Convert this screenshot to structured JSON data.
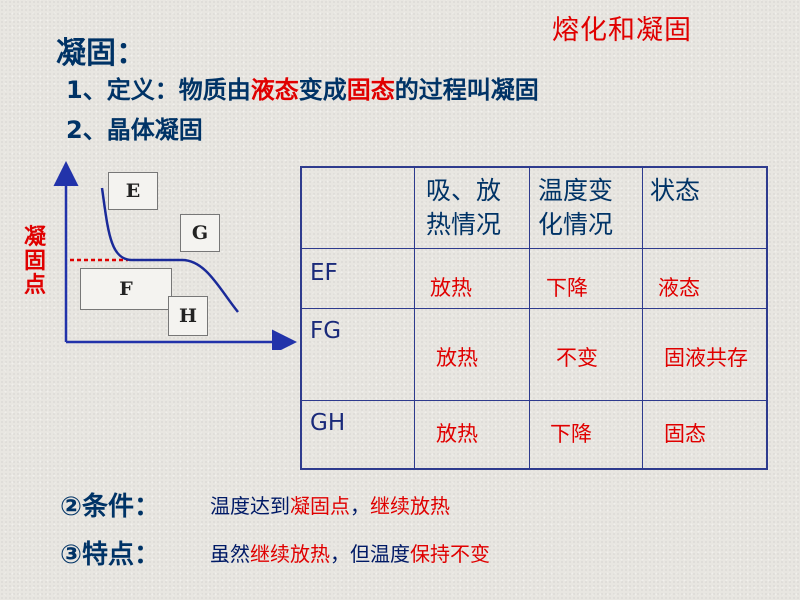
{
  "title": "熔化和凝固",
  "heading": "凝固：",
  "definition": {
    "prefix": "1、定义：物质由",
    "liquid": "液态",
    "mid": "变成",
    "solid": "固态",
    "suffix": "的过程叫凝固"
  },
  "section2": "2、晶体凝固",
  "graph": {
    "y_label": "凝固点",
    "labels": {
      "E": "E",
      "G": "G",
      "F": "F",
      "H": "H"
    }
  },
  "table": {
    "headers": [
      "吸、放\n热情况",
      "温度变\n化情况",
      "状态"
    ],
    "rows": [
      {
        "label": "EF",
        "heat": "放热",
        "temp": "下降",
        "state": "液态"
      },
      {
        "label": "FG",
        "heat": "放热",
        "temp": "不变",
        "state": "固液共存"
      },
      {
        "label": "GH",
        "heat": "放热",
        "temp": "下降",
        "state": "固态"
      }
    ]
  },
  "condition": {
    "label": "②条件：",
    "text_a": "温度达到",
    "text_b": "凝固点",
    "text_c": "，",
    "text_d": "继续放热"
  },
  "feature": {
    "label": "③特点：",
    "text_a": "虽然",
    "text_b": "继续放热",
    "text_c": "，但温度",
    "text_d": "保持不变"
  },
  "colors": {
    "accent": "#e00000",
    "text": "#003366",
    "table_border": "#2e3b8e"
  }
}
